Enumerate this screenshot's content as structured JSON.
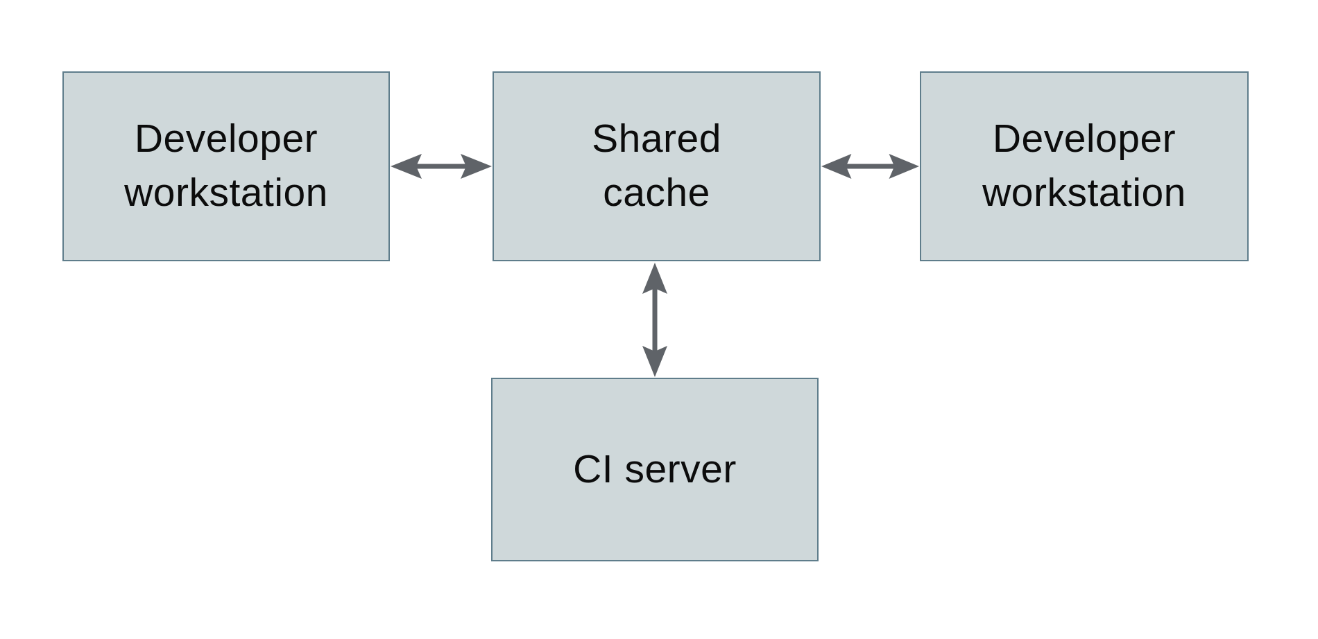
{
  "diagram": {
    "type": "architecture-diagram",
    "nodes": [
      {
        "id": "developer-workstation-left",
        "label": "Developer\nworkstation"
      },
      {
        "id": "shared-cache",
        "label": "Shared\ncache"
      },
      {
        "id": "developer-workstation-right",
        "label": "Developer\nworkstation"
      },
      {
        "id": "ci-server",
        "label": "CI server"
      }
    ],
    "edges": [
      {
        "from": "developer-workstation-left",
        "to": "shared-cache",
        "direction": "bidirectional"
      },
      {
        "from": "developer-workstation-right",
        "to": "shared-cache",
        "direction": "bidirectional"
      },
      {
        "from": "ci-server",
        "to": "shared-cache",
        "direction": "bidirectional"
      }
    ]
  },
  "colors": {
    "node-fill": "#cfd8da",
    "node-border": "#5f7d8b",
    "arrow": "#5f6368",
    "text": "#0c0c0c",
    "background": "#ffffff"
  }
}
